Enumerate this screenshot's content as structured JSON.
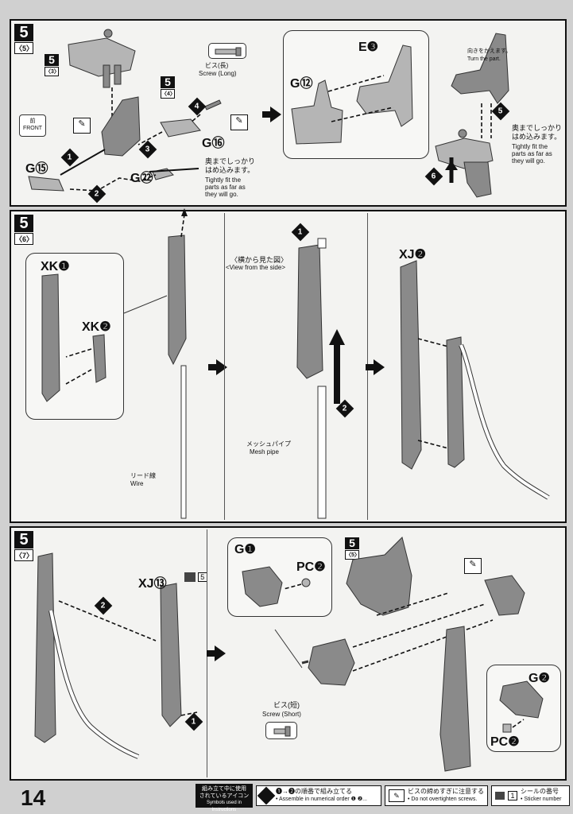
{
  "page_number": "14",
  "step5_5": {
    "badge": "5",
    "sub": "〈5〉",
    "ref_3": "5",
    "ref_3_sub": "〈3〉",
    "ref_4": "5",
    "ref_4_sub": "〈4〉",
    "screw_long_jp": "ビス(長)",
    "screw_long_en": "Screw (Long)",
    "front_jp": "前",
    "front_en": "FRONT",
    "g15": "G⑮",
    "g16": "G⑯",
    "g22": "G㉒",
    "tight_jp": "奥までしっかり\nはめ込みます。",
    "tight_en": "Tightly fit the\nparts as far as\nthey will go.",
    "e3": "E❸",
    "g12": "G⑫",
    "turn_jp": "向きをかえます。",
    "turn_en": "Turn the part.",
    "tight2_jp": "奥までしっかり\nはめ込みます。",
    "tight2_en": "Tightly fit the\nparts as far as\nthey will go.",
    "steps": [
      "1",
      "2",
      "3",
      "4",
      "5",
      "6"
    ]
  },
  "step5_6": {
    "badge": "5",
    "sub": "〈6〉",
    "xk1": "XK❶",
    "xk2": "XK❷",
    "side_view_jp": "〈横から見た図〉",
    "side_view_en": "<View from the side>",
    "mesh_jp": "メッシュパイプ",
    "mesh_en": "Mesh pipe",
    "wire_jp": "リード線",
    "wire_en": "Wire",
    "xj2": "XJ❷",
    "steps": [
      "1",
      "2"
    ]
  },
  "step5_7": {
    "badge": "5",
    "sub": "〈7〉",
    "xj13": "XJ⑬",
    "sticker": "5",
    "g1": "G❶",
    "pc2": "PC❷",
    "ref5": "5",
    "ref5_sub": "〈5〉",
    "g2": "G❷",
    "pc2b": "PC❷",
    "screw_short_jp": "ビス(短)",
    "screw_short_en": "Screw (Short)",
    "steps": [
      "1",
      "2"
    ]
  },
  "legend": {
    "head_jp": "組み立て中に使用\nされているアイコン",
    "head_en": "Symbols used in instructions",
    "order_jp": "❶→❷の順番で組み立てる",
    "order_en": "• Assemble in numerical order ❶ ❷...",
    "screw_jp": "ビスの締めすぎに注意する",
    "screw_en": "• Do not overtighten screws.",
    "sticker_jp": "シールの番号",
    "sticker_en": "• Sticker number",
    "sticker_num": "1"
  }
}
